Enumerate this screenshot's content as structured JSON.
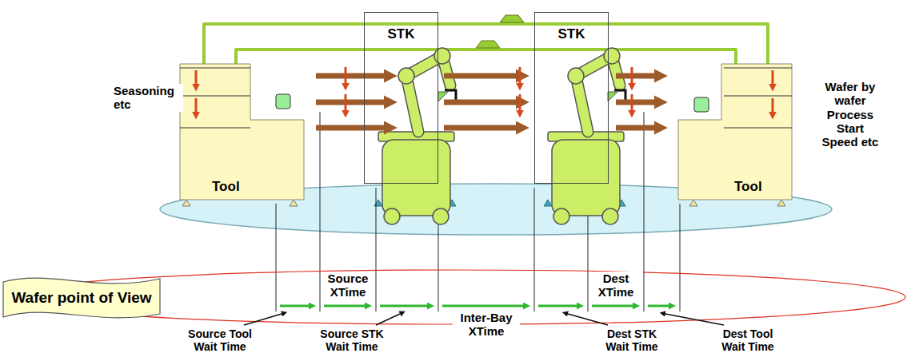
{
  "diagram": {
    "nodes": [
      {
        "text": [
          "Tool"
        ]
      },
      {
        "text": [
          "STK"
        ]
      },
      {
        "text": [
          "STK"
        ]
      },
      {
        "text": [
          "Tool"
        ]
      },
      {
        "text": [
          "Wafer point of View"
        ]
      }
    ],
    "edges": [
      {
        "from": 0,
        "to": 3,
        "arrow": "none"
      },
      {
        "from": 0,
        "to": 3,
        "arrow": "none"
      }
    ],
    "labels": [
      "Seasoning etc",
      "Wafer by wafer Process Start Speed etc",
      "Source XTime",
      "Inter-Bay XTime",
      "Dest XTime",
      "Source Tool Wait Time",
      "Source STK Wait Time",
      "Dest STK Wait Time",
      "Dest Tool Wait Time"
    ]
  }
}
